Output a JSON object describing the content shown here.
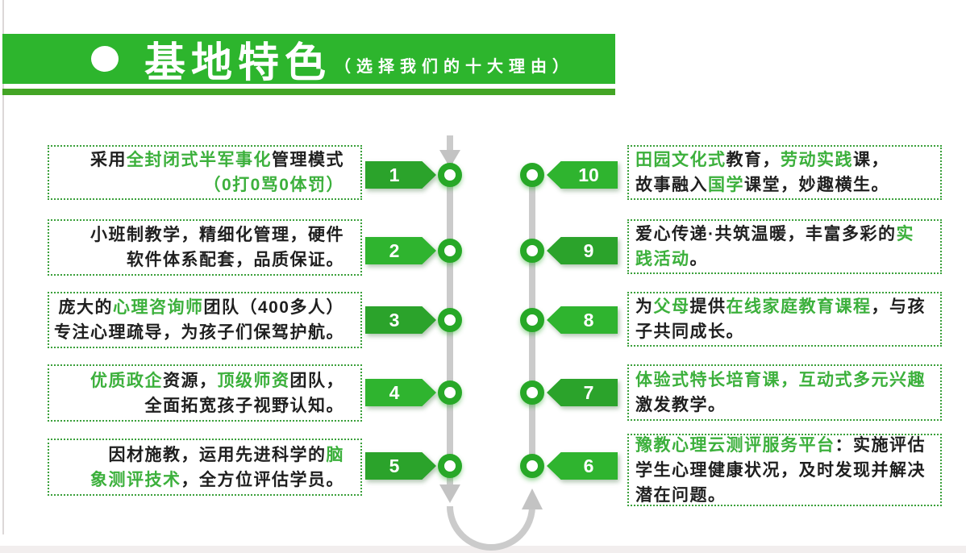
{
  "header": {
    "bullet_icon": "circle-bullet",
    "title": "基地特色",
    "subtitle": "（选择我们的十大理由）"
  },
  "colors": {
    "band_green": "#2db52d",
    "strip_green": "#43a525",
    "badge_dark": "#2ba32b",
    "badge_bright": "#2fb42f",
    "dot_green": "#27a827",
    "line_gray": "#cbcbcb",
    "arrow_gray": "#c3c3c3",
    "text_green": "#3cb03c",
    "text_black": "#1f1f1f",
    "border_green": "#3aa03a",
    "page_edge": "#dcd8d8",
    "bottom_strip": "#f2eeee"
  },
  "features": {
    "left": [
      {
        "number": "1",
        "lines": [
          [
            {
              "t": "采用",
              "c": "k"
            },
            {
              "t": "全封闭式半军事化",
              "c": "g"
            },
            {
              "t": "管理模式",
              "c": "k"
            }
          ],
          [
            {
              "t": "（0打0骂0体罚）",
              "c": "g"
            }
          ]
        ]
      },
      {
        "number": "2",
        "lines": [
          [
            {
              "t": "小班制教学，精细化管理，硬件",
              "c": "k"
            }
          ],
          [
            {
              "t": "软件体系配套，品质保证。",
              "c": "k"
            }
          ]
        ]
      },
      {
        "number": "3",
        "lines": [
          [
            {
              "t": "庞大的",
              "c": "k"
            },
            {
              "t": "心理咨询师",
              "c": "g"
            },
            {
              "t": "团队（400多人）",
              "c": "k"
            }
          ],
          [
            {
              "t": "专注心理疏导，为孩子们保驾护航。",
              "c": "k"
            }
          ]
        ]
      },
      {
        "number": "4",
        "lines": [
          [
            {
              "t": "优质政企",
              "c": "g"
            },
            {
              "t": "资源，",
              "c": "k"
            },
            {
              "t": "顶级师资",
              "c": "g"
            },
            {
              "t": "团队，",
              "c": "k"
            }
          ],
          [
            {
              "t": "全面拓宽孩子视野认知。",
              "c": "k"
            }
          ]
        ]
      },
      {
        "number": "5",
        "lines": [
          [
            {
              "t": "因材施教，运用先进科学的",
              "c": "k"
            },
            {
              "t": "脑",
              "c": "g"
            }
          ],
          [
            {
              "t": "象测评技术",
              "c": "g"
            },
            {
              "t": "，全方位评估学员。",
              "c": "k"
            }
          ]
        ]
      }
    ],
    "right": [
      {
        "number": "10",
        "lines": [
          [
            {
              "t": "田园文化式",
              "c": "g"
            },
            {
              "t": "教育，",
              "c": "k"
            },
            {
              "t": "劳动实践",
              "c": "g"
            },
            {
              "t": "课，",
              "c": "k"
            }
          ],
          [
            {
              "t": "故事融入",
              "c": "k"
            },
            {
              "t": "国学",
              "c": "g"
            },
            {
              "t": "课堂，妙趣横生。",
              "c": "k"
            }
          ]
        ]
      },
      {
        "number": "9",
        "lines": [
          [
            {
              "t": "爱心传递·共筑温暖，丰富多彩的",
              "c": "k"
            },
            {
              "t": "实",
              "c": "g"
            }
          ],
          [
            {
              "t": "践活动",
              "c": "g"
            },
            {
              "t": "。",
              "c": "k"
            }
          ]
        ]
      },
      {
        "number": "8",
        "lines": [
          [
            {
              "t": "为",
              "c": "k"
            },
            {
              "t": "父母",
              "c": "g"
            },
            {
              "t": "提供",
              "c": "k"
            },
            {
              "t": "在线家庭教育课程",
              "c": "g"
            },
            {
              "t": "，与孩",
              "c": "k"
            }
          ],
          [
            {
              "t": "子共同成长。",
              "c": "k"
            }
          ]
        ]
      },
      {
        "number": "7",
        "lines": [
          [
            {
              "t": "体验式特长培育课，互动式多元兴趣",
              "c": "g"
            }
          ],
          [
            {
              "t": "激发教学。",
              "c": "k"
            }
          ]
        ]
      },
      {
        "number": "6",
        "lines": [
          [
            {
              "t": "豫教心理云测评服务平台",
              "c": "g"
            },
            {
              "t": "：实施评估",
              "c": "k"
            }
          ],
          [
            {
              "t": "学生心理健康状况，及时发现并解决",
              "c": "k"
            }
          ],
          [
            {
              "t": "潜在问题。",
              "c": "k"
            }
          ]
        ]
      }
    ]
  }
}
